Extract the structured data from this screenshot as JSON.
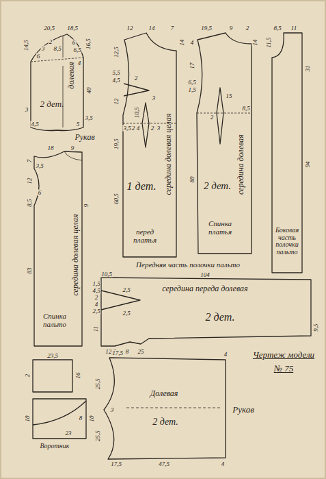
{
  "diagram": {
    "title": "Чертеж модели № 75",
    "nodes": [
      {
        "text": [
          "долевая",
          "2 дет.",
          "Рукав"
        ]
      },
      {
        "text": [
          "1 дет.",
          "середина долевая целая",
          "перед платья"
        ]
      },
      {
        "text": [
          "2 дет.",
          "середина долевая",
          "Спинка платья"
        ]
      },
      {
        "text": [
          "Боковая часть полочки пальто"
        ]
      },
      {
        "text": [
          "середина долевая целая",
          "Спинка пальто"
        ]
      },
      {
        "text": [
          "Передняя часть полочки пальто",
          "середина переда долевая",
          "2 дет."
        ]
      },
      {
        "text": [
          "Воротник"
        ]
      },
      {
        "text": [
          "Долевая",
          "2 дет.",
          "Рукав"
        ]
      }
    ],
    "labels": [
      "20,5",
      "18,5",
      "14,5",
      "16,5",
      "6",
      "3",
      "2",
      "8,5",
      "6",
      "6,5",
      "4",
      "40",
      "3,5",
      "4,5",
      "5",
      "3",
      "12",
      "14",
      "7",
      "14",
      "12,5",
      "5,5",
      "4,5",
      "12",
      "2",
      "3",
      "10,5",
      "3,5",
      "2",
      "4",
      "2",
      "3",
      "19,5",
      "60,5",
      "19,5",
      "9",
      "2",
      "4",
      "17",
      "6,5",
      "1,5",
      "15",
      "2",
      "8,5",
      "80",
      "14",
      "8,5",
      "11",
      "11,5",
      "31",
      "94",
      "18",
      "9",
      "7",
      "3,5",
      "12",
      "6",
      "8,5",
      "83",
      "9",
      "10,5",
      "104",
      "1,5",
      "4,5",
      "2",
      "4",
      "2,5",
      "2,5",
      "2,5",
      "11",
      "12,5",
      "8",
      "25",
      "9,5",
      "23,5",
      "16",
      "2",
      "10",
      "23",
      "8",
      "10",
      "17,5",
      "4",
      "25,5",
      "25,5",
      "17,5",
      "47,5",
      "4",
      "3"
    ]
  }
}
